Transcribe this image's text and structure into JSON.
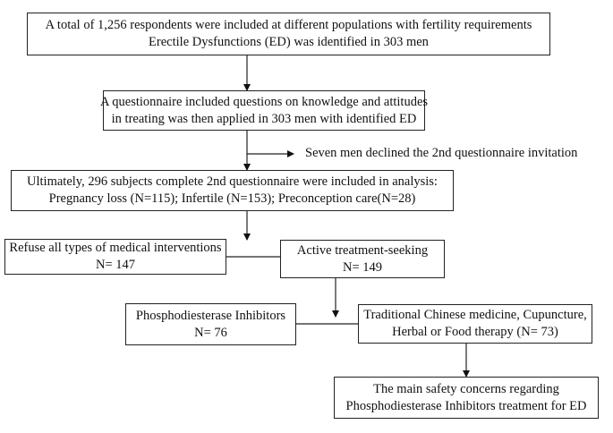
{
  "flowchart": {
    "box1": {
      "line1": "A total of 1,256 respondents were included at different populations with fertility requirements",
      "line2": "Erectile Dysfunctions (ED) was identified in 303 men"
    },
    "box2": {
      "line1": "A questionnaire included questions on knowledge and attitudes",
      "line2": "in treating was then applied in 303 men with identified ED"
    },
    "exclusion_note": "Seven men declined the 2nd questionnaire invitation",
    "box3": {
      "line1": "Ultimately, 296 subjects complete 2nd questionnaire were included in analysis:",
      "line2": "Pregnancy loss (N=115); Infertile (N=153); Preconception care(N=28)"
    },
    "box_refuse": {
      "line1": "Refuse all types of medical interventions",
      "line2": "N= 147"
    },
    "box_active": {
      "line1": "Active treatment-seeking",
      "line2": "N= 149"
    },
    "box_pde": {
      "line1": "Phosphodiesterase Inhibitors",
      "line2": "N= 76"
    },
    "box_tcm": {
      "line1": "Traditional Chinese medicine, Cupuncture,",
      "line2": "Herbal or Food therapy  (N= 73)"
    },
    "box_safety": {
      "line1": "The main safety concerns regarding",
      "line2": "Phosphodiesterase Inhibitors treatment for ED"
    }
  }
}
